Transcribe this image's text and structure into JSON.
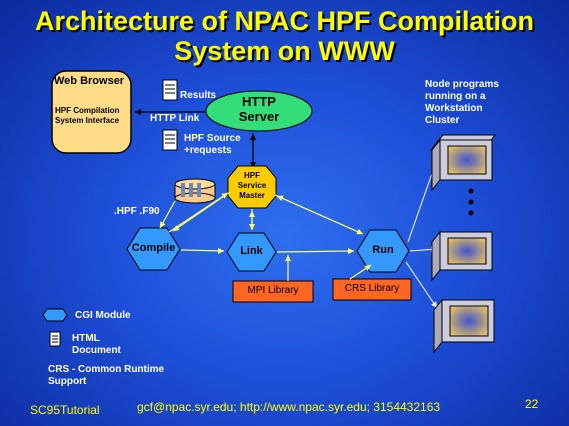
{
  "title": {
    "line1": "Architecture of NPAC HPF Compilation",
    "line2": "System on WWW"
  },
  "browser": {
    "title": "Web Browser",
    "interface_line1": "HPF Compilation",
    "interface_line2": "System Interface"
  },
  "http_server": {
    "line1": "HTTP",
    "line2": "Server"
  },
  "labels": {
    "results": "Results",
    "http_link": "HTTP Link",
    "hpf_source_line1": "HPF Source",
    "hpf_source_line2": "+requests",
    "file_ext": ".HPF .F90",
    "node_programs": [
      "Node programs",
      "running on a",
      "Workstation",
      "Cluster"
    ]
  },
  "service_master": {
    "line1": "HPF",
    "line2": "Service",
    "line3": "Master"
  },
  "modules": {
    "compile": "Compile",
    "link": "Link",
    "run": "Run"
  },
  "libraries": {
    "mpi": "MPI Library",
    "crs": "CRS Library"
  },
  "legend": {
    "cgi": "CGI   Module",
    "html_line1": "HTML",
    "html_line2": "Document",
    "crs_line1": "CRS - Common Runtime",
    "crs_line2": "Support"
  },
  "footer": {
    "left": "SC95Tutorial",
    "center": "gcf@npac.syr.edu; http://www.npac.syr.edu; 3154432163",
    "page": "22"
  },
  "colors": {
    "title": "#ffff00",
    "ellipse": "#33dd77",
    "hexagon": "#3399ff",
    "library": "#ff6622",
    "arrow": "#ffff66"
  }
}
